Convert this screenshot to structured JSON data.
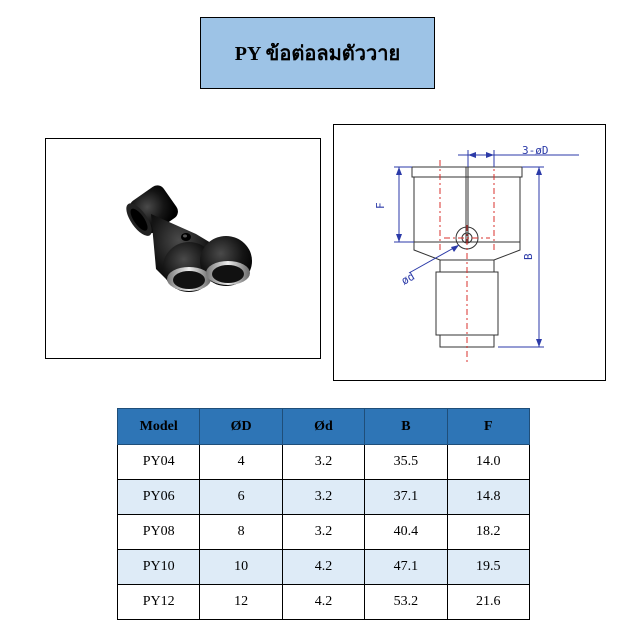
{
  "title": "PY ข้อต่อลมตัววาย",
  "drawing_labels": {
    "od": "3-øD",
    "f": "F",
    "b": "B",
    "d": "ød"
  },
  "table": {
    "headers": [
      "Model",
      "ØD",
      "Ød",
      "B",
      "F"
    ],
    "rows": [
      [
        "PY04",
        "4",
        "3.2",
        "35.5",
        "14.0"
      ],
      [
        "PY06",
        "6",
        "3.2",
        "37.1",
        "14.8"
      ],
      [
        "PY08",
        "8",
        "3.2",
        "40.4",
        "18.2"
      ],
      [
        "PY10",
        "10",
        "4.2",
        "47.1",
        "19.5"
      ],
      [
        "PY12",
        "12",
        "4.2",
        "53.2",
        "21.6"
      ]
    ]
  },
  "colors": {
    "title_bg": "#9dc3e6",
    "header_bg": "#2e75b6",
    "row_alt_bg": "#deebf7",
    "dimension_line": "#2b3aa8",
    "center_line": "#d9302c"
  }
}
